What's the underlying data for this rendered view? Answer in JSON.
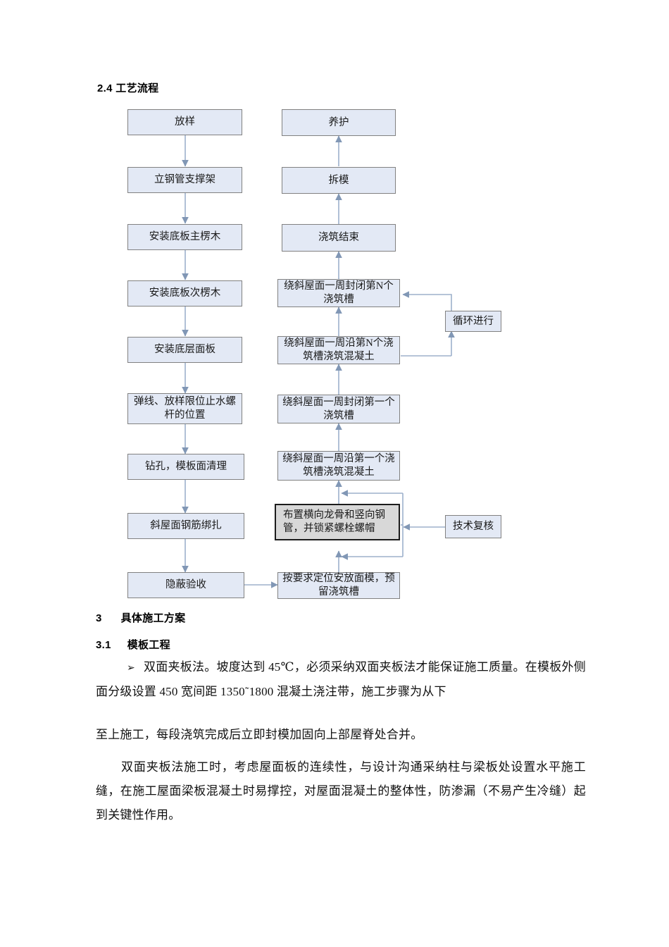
{
  "document": {
    "headings": {
      "section_2_4_num": "2.4",
      "section_2_4_title": "工艺流程",
      "section_3_num": "3",
      "section_3_title": "具体施工方案",
      "section_3_1_num": "3.1",
      "section_3_1_title": "模板工程"
    },
    "paragraphs": {
      "bullet_marker": "➢",
      "p1": "双面夹板法。坡度达到 45℃，必须采纳双面夹板法才能保证施工质量。在模板外侧面分级设置 450 宽间距 1350˜1800 混凝土浇注带，施工步骤为从下",
      "p2": "至上施工，每段浇筑完成后立即封模加固向上部屋脊处合并。",
      "p3": "双面夹板法施工时，考虑屋面板的连续性，与设计沟通采纳柱与梁板处设置水平施工缝，在施工屋面梁板混凝土时易撑控，对屋面混凝土的整体性，防渗漏（不易产生冷缝）起到关键性作用。"
    }
  },
  "flowchart": {
    "colors": {
      "box_fill": "#e3e9f5",
      "box_border": "#818181",
      "highlight_fill": "#d8d8d8",
      "highlight_border": "#1c1c1c",
      "arrow": "#8faac8"
    },
    "left_column": [
      {
        "id": "fangyang",
        "label": "放样"
      },
      {
        "id": "ligangguan",
        "label": "立钢管支撑架"
      },
      {
        "id": "zhulengmu",
        "label": "安装底板主楞木"
      },
      {
        "id": "cilengmu",
        "label": "安装底板次楞木"
      },
      {
        "id": "dicengmianban",
        "label": "安装底层面板"
      },
      {
        "id": "tanxian",
        "label": "弹线、放样限位止水螺杆的位置"
      },
      {
        "id": "zuankong",
        "label": "钻孔，模板面清理"
      },
      {
        "id": "gangjin",
        "label": "斜屋面钢筋绑扎"
      },
      {
        "id": "yinbi",
        "label": "隐蔽验收"
      }
    ],
    "right_column": [
      {
        "id": "yanghu",
        "label": "养护"
      },
      {
        "id": "chaimo",
        "label": "拆模"
      },
      {
        "id": "jiaozhujieshu",
        "label": "浇筑结束"
      },
      {
        "id": "fengbi_n",
        "label": "绕斜屋面一周封闭第N个浇筑槽"
      },
      {
        "id": "yan_n",
        "label": "绕斜屋面一周沿第N个浇筑槽浇筑混凝土"
      },
      {
        "id": "fengbi_1",
        "label": "绕斜屋面一周封闭第一个浇筑槽"
      },
      {
        "id": "yan_1",
        "label": "绕斜屋面一周沿第一个浇筑槽浇筑混凝土"
      },
      {
        "id": "longgu",
        "label": "布置横向龙骨和竖向钢管，并锁紧螺栓螺帽"
      },
      {
        "id": "mianmo",
        "label": "按要求定位安放面模，预留浇筑槽"
      }
    ],
    "side_boxes": [
      {
        "id": "xunhuan",
        "label": "循环进行"
      },
      {
        "id": "jishufuhe",
        "label": "技术复核"
      }
    ]
  }
}
